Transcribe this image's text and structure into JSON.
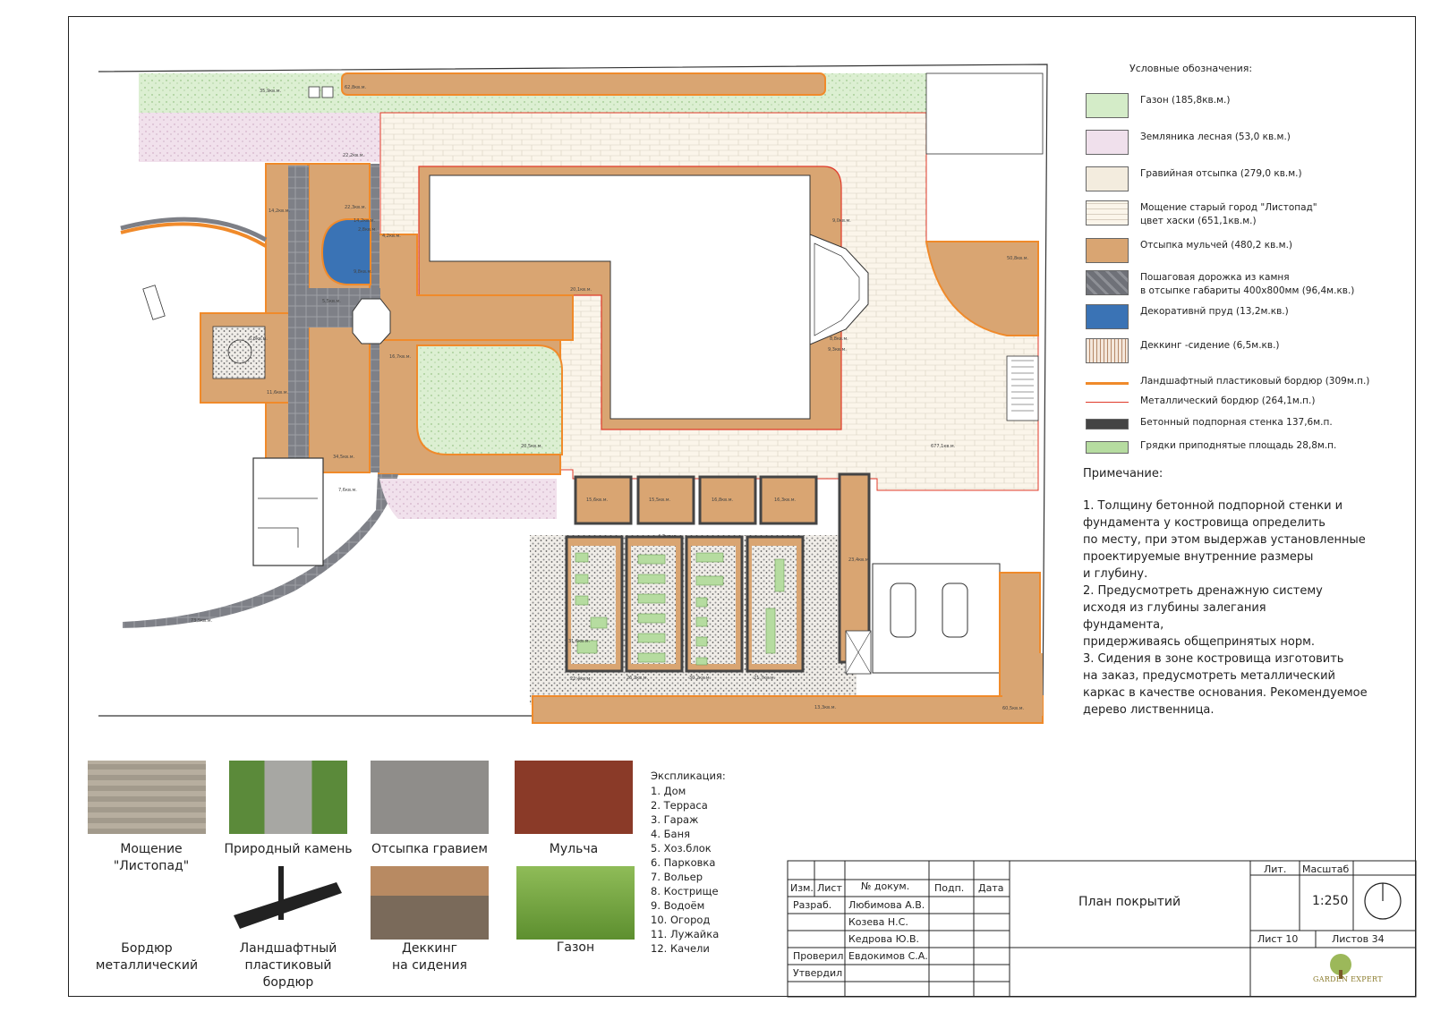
{
  "legend": {
    "title": "Условные обозначения:",
    "items": [
      {
        "label": "Газон (185,8кв.м.)",
        "color": "#d4ecc8",
        "kind": "lawn"
      },
      {
        "label": "Земляника лесная (53,0 кв.м.)",
        "color": "#f0e0ec",
        "kind": "strawberry"
      },
      {
        "label": "Гравийная отсыпка (279,0 кв.м.)",
        "color": "#f3ecde",
        "kind": "gravel"
      },
      {
        "label": "Мощение старый город \"Листопад\"\nцвет хаски (651,1кв.м.)",
        "color": "#fbf5ea",
        "kind": "paving"
      },
      {
        "label": "Отсыпка мульчей (480,2 кв.м.)",
        "color": "#d9a572",
        "kind": "mulch"
      },
      {
        "label": "Пошаговая дорожка из камня\nв отсыпке габариты 400х800мм (96,4м.кв.)",
        "color": "#7d7f86",
        "kind": "stone"
      },
      {
        "label": "Декоративнй пруд (13,2м.кв.)",
        "color": "#3a73b5",
        "kind": "pond"
      },
      {
        "label": "Деккинг -сидение (6,5м.кв.)",
        "color": "#f3e6da",
        "kind": "decking"
      },
      {
        "label": "Ландшафтный пластиковый бордюр (309м.п.)",
        "color": "#f08a2a",
        "kind": "line"
      },
      {
        "label": "Металлический  бордюр (264,1м.п.)",
        "color": "#e03a2a",
        "kind": "thinline"
      },
      {
        "label": "Бетонный подпорная стенка 137,6м.п.",
        "color": "#444444",
        "kind": "wall"
      },
      {
        "label": "Грядки приподнятые  площадь 28,8м.п.",
        "color": "#b6dca0",
        "kind": "beds"
      }
    ]
  },
  "notes": {
    "title": "Примечание:",
    "items": [
      "1.      Толщину бетонной подпорной стенки и\n             фундамента у костровища определить",
      "по месту, при этом выдержав установленные\n          проектируемые внутренние размеры\nи глубину.",
      "2.      Предусмотреть дренажную систему\n             исходя из глубины залегания\n             фундамента,\nпридерживаясь общепринятых норм.",
      "3.      Сидения в зоне костровища изготовить\n             на заказ, предусмотреть металлический\nкаркас в качестве основания. Рекомендуемое\n       дерево лиственница."
    ]
  },
  "photos": [
    {
      "label": "Мощение \"Листопад\"",
      "kind": "paving"
    },
    {
      "label": "Природный камень",
      "kind": "stone"
    },
    {
      "label": "Отсыпка гравием",
      "kind": "gravel"
    },
    {
      "label": "Мульча",
      "kind": "mulch"
    },
    {
      "label": "Бордюр\nметаллический",
      "kind": "metal"
    },
    {
      "label": "Ландшафтный\nпластиковый\nбордюр",
      "kind": "plastic"
    },
    {
      "label": "Деккинг\nна сидения",
      "kind": "deck"
    },
    {
      "label": "Газон",
      "kind": "lawn"
    }
  ],
  "explication": {
    "title": "Экспликация:",
    "items": [
      "1. Дом",
      "2. Терраса",
      "3. Гараж",
      "4. Баня",
      "5. Хоз.блок",
      "6. Парковка",
      "7. Вольер",
      "8. Кострище",
      "9. Водоём",
      "10. Огород",
      "11. Лужайка",
      "12. Качели"
    ]
  },
  "title_block": {
    "headers": [
      "Изм.",
      "Лист",
      "№    докум.",
      "Подп.",
      "Дата"
    ],
    "roles": [
      "Разраб.",
      "",
      "",
      "Проверил",
      "Утвердил"
    ],
    "names": [
      "Любимова А.В.",
      "Козева Н.С.",
      "Кедрова Ю.В.",
      "Евдокимов С.А."
    ],
    "title": "План покрытий",
    "lit_label": "Лит.",
    "scale_label": "Масштаб",
    "scale": "1:250",
    "sheet": "Лист 10",
    "sheets": "Листов 34",
    "logo": "GARDEN EXPERT"
  },
  "plan_labels": [
    "35,9кв.м.",
    "62,8кв.м.",
    "22,2кв.м.",
    "14,2кв.м.",
    "22,3кв.м.",
    "14,2кв.м.",
    "2,8кв.м.",
    "4,2кв.м.",
    "9,8кв.м.",
    "5,5кв.м.",
    "6,8кв.м.",
    "11,6кв.м.",
    "16,7кв.м.",
    "20,1кв.м.",
    "20,5кв.м.",
    "9,0кв.м.",
    "34,5кв.м.",
    "7,6кв.м.",
    "31,6кв.м.",
    "50,8кв.м.",
    "9,3кв.м.",
    "8,8кв.м.",
    "677,1кв.м.",
    "15,6кв.м.",
    "15,5кв.м.",
    "16,8кв.м.",
    "16,3кв.м.",
    "23,4кв.м.",
    "4,7кв.м.",
    "21,4кв.м.",
    "26,3кв.м.",
    "30,2кв.м.",
    "21,7кв.м.",
    "13,3кв.м.",
    "60,5кв.м.",
    "73,5кв.м."
  ]
}
